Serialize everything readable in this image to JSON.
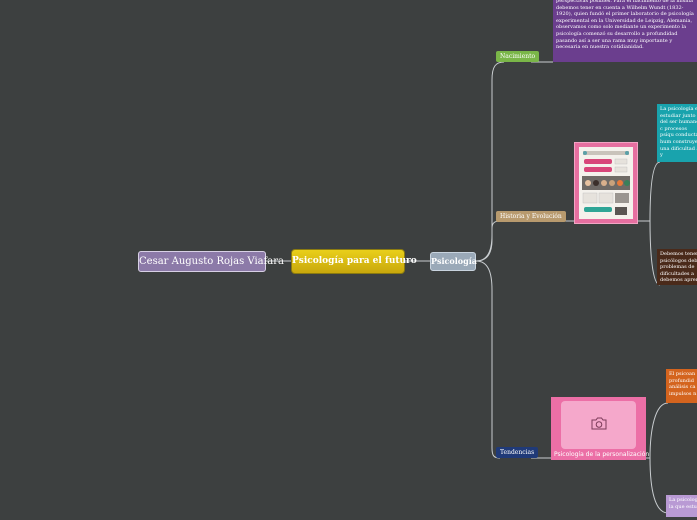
{
  "map": {
    "author": "Cesar Augusto Rojas Viafara",
    "central": "Psicología para el futuro",
    "branch": "Psicología",
    "topics": {
      "nacimiento": "Nacimiento",
      "historia": "Historia y Evolución",
      "tendencias": "Tendencias"
    },
    "notes": {
      "nacimiento_text": "perspectivas posibles. Para el nacimiento de la misma debemos tener en cuenta a Wilhelm Wundt (1832-1920), quien fundó el primer laboratorio de psicología experimental en la Universidad de Leipzig, Alemania, observamos como solo mediante un experimento la psicología comenzó su desarrollo a profundidad pasando así a ser una rama muy importante y necesaria en nuestra cotidianidad.",
      "teal_text": "La psicología e estudiar junto del ser humano, c procesos psíqu conducta hum construye una dificultad a y",
      "brown_text": "Debemos tener psicólogos deb problemas de dificultades a debemos apren",
      "orange_text": "El psicoan profundid análisis ca impulsos n",
      "lilac_text": "La psicolog la que estud"
    },
    "image_caption": "Psicología de la personalización"
  },
  "colors": {
    "background": "#3d4040",
    "link": "#c9cdd0",
    "central": "#d9bc14",
    "author": "#8c7aa8"
  }
}
